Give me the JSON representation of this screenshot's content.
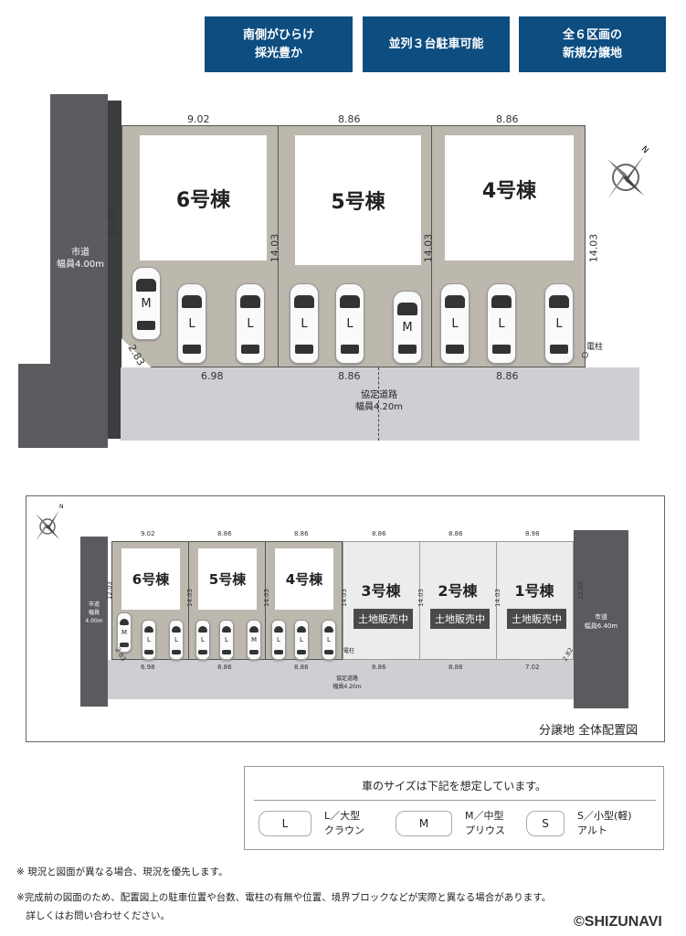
{
  "badges": [
    "南側がひらけ\n採光豊か",
    "並列３台駐車可能",
    "全６区画の\n新規分譲地"
  ],
  "main_plan": {
    "lots": [
      {
        "name": "6号棟",
        "top_width": "9.02",
        "bottom_width": "6.98"
      },
      {
        "name": "5号棟",
        "top_width": "8.86",
        "bottom_width": "8.86"
      },
      {
        "name": "4号棟",
        "top_width": "8.86",
        "bottom_width": "8.86"
      }
    ],
    "depths": [
      "12.03",
      "14.03",
      "14.03",
      "14.03"
    ],
    "corner_cut": "2.83",
    "cars": [
      "M",
      "L",
      "L",
      "L",
      "L",
      "M",
      "L",
      "L",
      "L"
    ],
    "west_road": {
      "name": "市道",
      "width": "幅員4.00m"
    },
    "south_road": {
      "name": "協定道路",
      "width": "幅員4.20m"
    },
    "utility_pole": "電柱"
  },
  "overview": {
    "lots": [
      {
        "name": "6号棟",
        "top_width": "9.02",
        "bottom_width": "6.98",
        "depth": "12.03",
        "sale": ""
      },
      {
        "name": "5号棟",
        "top_width": "8.86",
        "bottom_width": "8.86",
        "depth": "14.03",
        "sale": ""
      },
      {
        "name": "4号棟",
        "top_width": "8.86",
        "bottom_width": "8.86",
        "depth": "14.03",
        "sale": ""
      },
      {
        "name": "3号棟",
        "top_width": "8.86",
        "bottom_width": "8.86",
        "depth": "14.03",
        "sale": "土地販売中"
      },
      {
        "name": "2号棟",
        "top_width": "8.86",
        "bottom_width": "8.86",
        "depth": "14.03",
        "sale": "土地販売中"
      },
      {
        "name": "1号棟",
        "top_width": "8.98",
        "bottom_width": "7.02",
        "depth": "14.03",
        "sale": "土地販売中"
      }
    ],
    "right_depth": "12.03",
    "left_cut": "2.83",
    "right_cut": "2.82",
    "cars": [
      "M",
      "L",
      "L",
      "L",
      "L",
      "M",
      "L",
      "L",
      "L"
    ],
    "west_road": {
      "name": "市道",
      "width": "幅員4.00m"
    },
    "east_road": {
      "name": "市道",
      "width": "幅員6.40m"
    },
    "south_road": {
      "name": "協定道路",
      "width": "幅員4.20m"
    },
    "utility_pole": "電柱",
    "caption": "分譲地 全体配置図"
  },
  "legend": {
    "title": "車のサイズは下記を想定しています。",
    "items": [
      {
        "letter": "L",
        "size": "L／大型",
        "model": "クラウン"
      },
      {
        "letter": "M",
        "size": "M／中型",
        "model": "プリウス"
      },
      {
        "letter": "S",
        "size": "S／小型(軽)",
        "model": "アルト"
      }
    ]
  },
  "notes": [
    "※ 現況と図面が異なる場合、現況を優先します。",
    "※完成前の図面のため、配置図上の駐車位置や台数、電柱の有無や位置、境界ブロックなどが実際と異なる場合があります。",
    "　詳しくはお問い合わせください。"
  ],
  "copyright": "©SHIZUNAVI",
  "compass": "N",
  "colors": {
    "badge": "#0d4d80",
    "road": "#5b5b5f",
    "lot": "#bdb8ae",
    "sale_badge": "#4a4a4a"
  }
}
